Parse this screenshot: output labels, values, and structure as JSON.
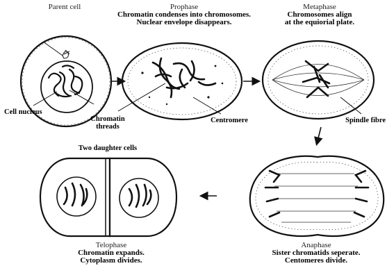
{
  "stages": {
    "parent_cell": {
      "name": "Parent cell"
    },
    "prophase": {
      "name": "Prophase",
      "line1": "Chromatin condenses into chromosomes.",
      "line2": "Nuclear envelope disappears."
    },
    "metaphase": {
      "name": "Metaphase",
      "line1": "Chromosomes align",
      "line2": "at the equiorial plate."
    },
    "anaphase": {
      "name": "Anaphase",
      "line1": "Sister chromatids seperate.",
      "line2": "Centomeres divide."
    },
    "telophase": {
      "name": "Telophase",
      "line1": "Chromatin expands.",
      "line2": "Cytoplasm divides."
    }
  },
  "labels": {
    "cell_nucleus": "Cell nucleus",
    "chromatin_threads_1": "Chromatin",
    "chromatin_threads_2": "threads",
    "centromere": "Centromere",
    "spindle_fibre": "Spindle fibre",
    "two_daughter_cells": "Two daughter cells"
  },
  "colors": {
    "ink": "#111111",
    "background": "#ffffff"
  }
}
